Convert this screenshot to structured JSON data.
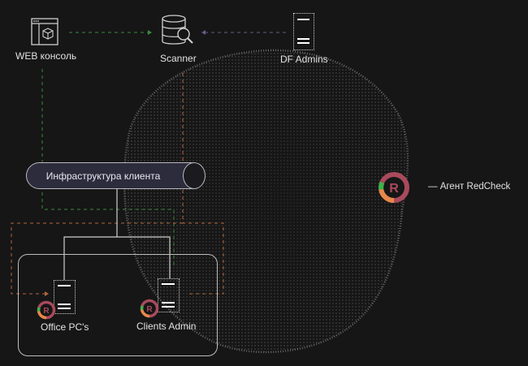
{
  "nodes": {
    "web_console": {
      "label": "WEB консоль",
      "icon": "browser-cube-icon"
    },
    "scanner": {
      "label": "Scanner",
      "icon": "database-search-icon"
    },
    "df_admins": {
      "label": "DF Admins",
      "icon": "server-icon"
    },
    "infrastructure": {
      "label": "Инфраструктура клиента",
      "icon": "pipe-shape"
    },
    "office_pcs": {
      "label": "Office PC's",
      "icon": "server-icon"
    },
    "clients_admin": {
      "label": "Clients Admin",
      "icon": "server-icon"
    }
  },
  "legend": {
    "agent_label": "— Агент RedCheck",
    "agent_icon_letter": "R"
  },
  "colors": {
    "background": "#161616",
    "green_dash": "#3a8a3e",
    "purple_dash": "#6a5a86",
    "orange_dash": "#b4653a",
    "agent_ring": "#a84a5c",
    "agent_orange": "#e8874a",
    "agent_green": "#3ab54a",
    "pipe_fill": "#2d2c3d"
  }
}
